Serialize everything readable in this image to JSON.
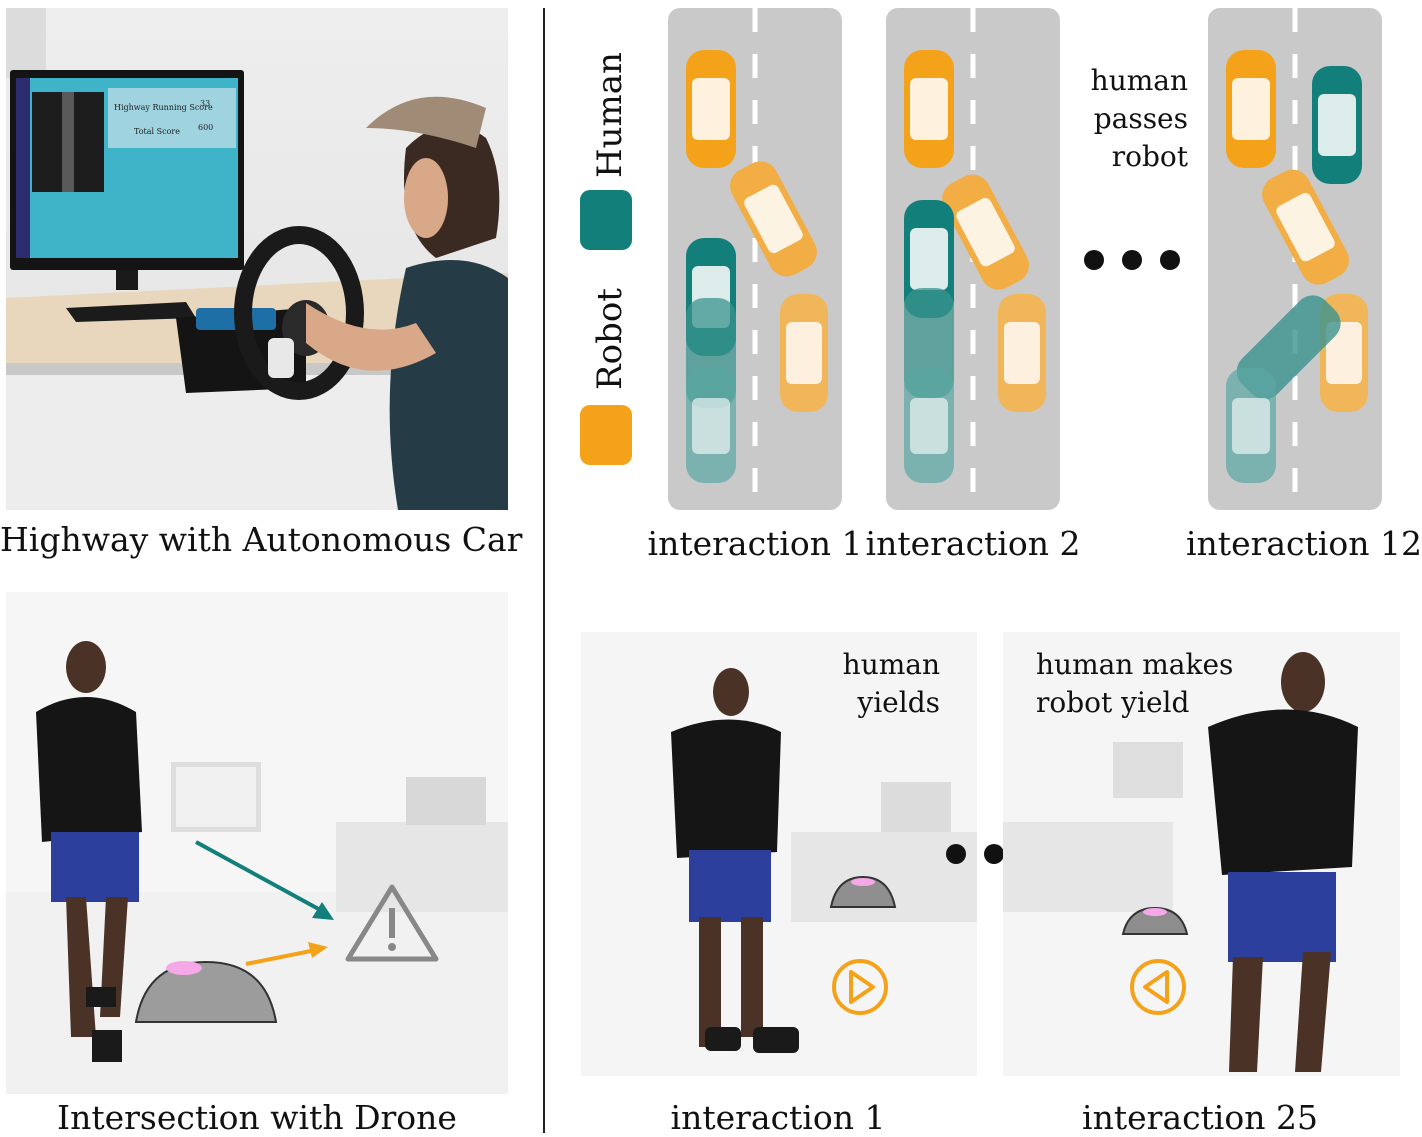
{
  "colors": {
    "human": "#127f7a",
    "robot": "#f5a21b",
    "road": "#c9c9c9",
    "lane_marking": "#ffffff"
  },
  "legend": {
    "human_label": "Human",
    "robot_label": "Robot"
  },
  "panels": {
    "highway_photo": {
      "caption": "Highway with Autonomous Car",
      "screen": {
        "score_label": "Highway Running Score",
        "score_value": "33",
        "total_label": "Total Score",
        "total_value": "600"
      }
    },
    "drone_photo": {
      "caption": "Intersection with Drone"
    }
  },
  "highway_interactions": [
    {
      "caption": "interaction 1"
    },
    {
      "caption": "interaction 2"
    },
    {
      "caption": "interaction 12",
      "note": [
        "human",
        "passes",
        "robot"
      ]
    }
  ],
  "drone_interactions": [
    {
      "caption": "interaction 1",
      "note": [
        "human",
        "yields"
      ],
      "icon": "play-right-icon"
    },
    {
      "caption": "interaction 25",
      "note": [
        "human makes",
        "robot yield"
      ],
      "icon": "play-left-icon"
    }
  ]
}
